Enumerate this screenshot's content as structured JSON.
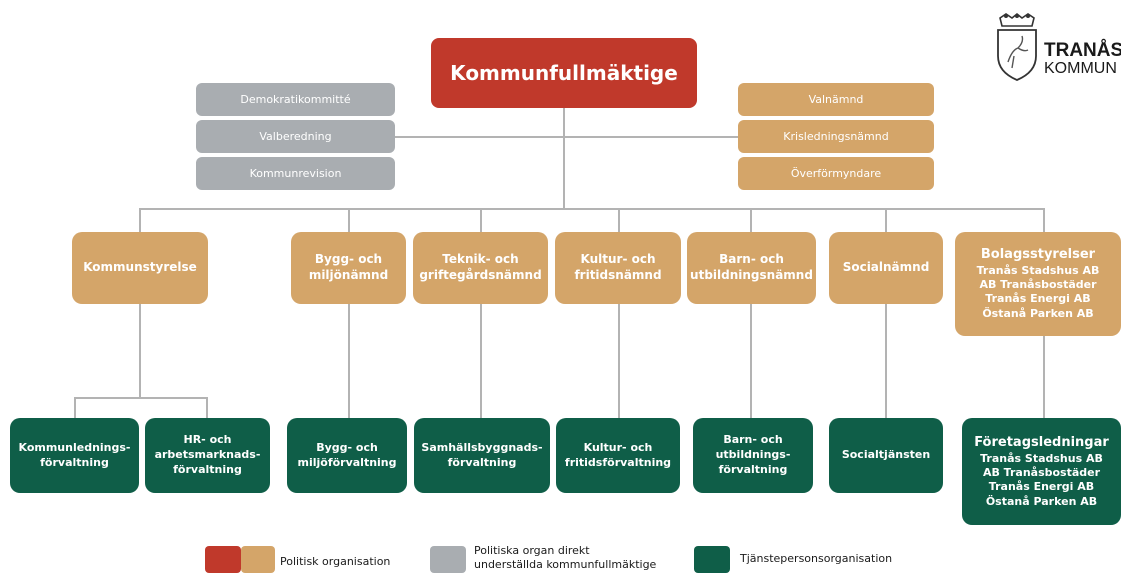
{
  "logo": {
    "line1": "TRANÅS",
    "line2": "KOMMUN"
  },
  "council": "Kommunfullmäktige",
  "grey_boxes": [
    "Demokratikommitté",
    "Valberedning",
    "Kommunrevision"
  ],
  "tan_small_boxes": [
    "Valnämnd",
    "Krisledningsnämnd",
    "Överförmyndare"
  ],
  "boards": {
    "kommunstyrelse": "Kommunstyrelse",
    "bygg": "Bygg- och\nmiljönämnd",
    "teknik": "Teknik- och\ngriftegårdsnämnd",
    "kultur": "Kultur- och\nfritidsnämnd",
    "barn": "Barn- och\nutbildningsnämnd",
    "social": "Socialnämnd",
    "bolag_title": "Bolagsstyrelser",
    "bolag_items": [
      "Tranås Stadshus AB",
      "AB Tranåsbostäder",
      "Tranås Energi AB",
      "Östanå Parken AB"
    ]
  },
  "administrations": {
    "kommunledning": "Kommunlednings-\nförvaltning",
    "hr": "HR- och\narbetsmarknads-\nförvaltning",
    "bygg": "Bygg- och\nmiljöförvaltning",
    "samhall": "Samhällsbyggnads-\nförvaltning",
    "kultur": "Kultur- och\nfritidsförvaltning",
    "barn": "Barn- och\nutbildnings-\nförvaltning",
    "social": "Socialtjänsten",
    "foretag_title": "Företagsledningar",
    "foretag_items": [
      "Tranås Stadshus AB",
      "AB Tranåsbostäder",
      "Tranås Energi AB",
      "Östanå Parken AB"
    ]
  },
  "legend": {
    "political": "Politisk organisation",
    "direct": "Politiska organ direkt\nunderställda kommunfullmäktige",
    "staff": "Tjänstepersonsorganisation"
  },
  "colors": {
    "council": "#c0392b",
    "political": "#d4a569",
    "direct": "#a9adb1",
    "staff": "#0f5e48",
    "connector": "#b3b3b3"
  }
}
